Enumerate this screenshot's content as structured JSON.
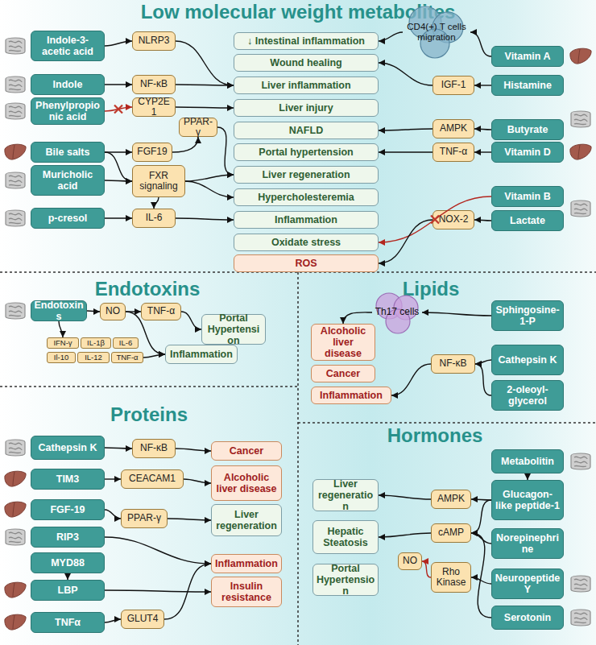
{
  "diagram": {
    "nodes": [
      {
        "text": [
          "Low molecular weight metabolites"
        ]
      },
      {
        "text": [
          "Indole-3-acetic acid"
        ],
        "in": 0
      },
      {
        "text": [
          "NLRP3"
        ],
        "in": 0
      },
      {
        "text": [
          "Indole"
        ],
        "in": 0
      },
      {
        "text": [
          "NF-κB"
        ],
        "in": 0
      },
      {
        "text": [
          "Phenylpropionic acid"
        ],
        "in": 0
      },
      {
        "text": [
          "CYP2E1"
        ],
        "in": 0
      },
      {
        "text": [
          "PPAR-γ"
        ],
        "in": 0
      },
      {
        "text": [
          "Bile salts"
        ],
        "in": 0
      },
      {
        "text": [
          "FGF19"
        ],
        "in": 0
      },
      {
        "text": [
          "Muricholic acid"
        ],
        "in": 0
      },
      {
        "text": [
          "FXR signaling"
        ],
        "in": 0
      },
      {
        "text": [
          "p-cresol"
        ],
        "in": 0
      },
      {
        "text": [
          "IL-6"
        ],
        "in": 0
      },
      {
        "text": [
          "↓ Intestinal inflammation"
        ],
        "in": 0
      },
      {
        "text": [
          "Wound healing"
        ],
        "in": 0
      },
      {
        "text": [
          "Liver inflammation"
        ],
        "in": 0
      },
      {
        "text": [
          "Liver injury"
        ],
        "in": 0
      },
      {
        "text": [
          "NAFLD"
        ],
        "in": 0
      },
      {
        "text": [
          "Portal hypertension"
        ],
        "in": 0
      },
      {
        "text": [
          "Liver regeneration"
        ],
        "in": 0
      },
      {
        "text": [
          "Hypercholesteremia"
        ],
        "in": 0
      },
      {
        "text": [
          "Inflammation"
        ],
        "in": 0
      },
      {
        "text": [
          "Oxidate stress"
        ],
        "in": 0
      },
      {
        "text": [
          "ROS"
        ],
        "in": 0
      },
      {
        "text": [
          "CD4(+) T cells migration"
        ],
        "in": 0
      },
      {
        "text": [
          "Vitamin A"
        ],
        "in": 0
      },
      {
        "text": [
          "IGF-1"
        ],
        "in": 0
      },
      {
        "text": [
          "Histamine"
        ],
        "in": 0
      },
      {
        "text": [
          "AMPK"
        ],
        "in": 0
      },
      {
        "text": [
          "Butyrate"
        ],
        "in": 0
      },
      {
        "text": [
          "TNF-α"
        ],
        "in": 0
      },
      {
        "text": [
          "Vitamin D"
        ],
        "in": 0
      },
      {
        "text": [
          "Vitamin B"
        ],
        "in": 0
      },
      {
        "text": [
          "NOX-2"
        ],
        "in": 0
      },
      {
        "text": [
          "Lactate"
        ],
        "in": 0
      },
      {
        "text": [
          "Endotoxins"
        ]
      },
      {
        "text": [
          "Endotoxins"
        ],
        "in": 36
      },
      {
        "text": [
          "NO"
        ],
        "in": 36
      },
      {
        "text": [
          "TNF-α"
        ],
        "in": 36
      },
      {
        "text": [
          "Portal Hypertension"
        ],
        "in": 36
      },
      {
        "text": [
          "IFN-γ"
        ],
        "in": 36
      },
      {
        "text": [
          "IL-1β"
        ],
        "in": 36
      },
      {
        "text": [
          "IL-6"
        ],
        "in": 36
      },
      {
        "text": [
          "Il-10"
        ],
        "in": 36
      },
      {
        "text": [
          "IL-12"
        ],
        "in": 36
      },
      {
        "text": [
          "TNF-α"
        ],
        "in": 36
      },
      {
        "text": [
          "Inflammation"
        ],
        "in": 36
      },
      {
        "text": [
          "Lipids"
        ]
      },
      {
        "text": [
          "Th17 cells"
        ],
        "in": 48
      },
      {
        "text": [
          "Sphingosine-1-P"
        ],
        "in": 48
      },
      {
        "text": [
          "Alcoholic liver disease"
        ],
        "in": 48
      },
      {
        "text": [
          "Cathepsin K"
        ],
        "in": 48
      },
      {
        "text": [
          "NF-κB"
        ],
        "in": 48
      },
      {
        "text": [
          "Cancer"
        ],
        "in": 48
      },
      {
        "text": [
          "2-oleoyl-glycerol"
        ],
        "in": 48
      },
      {
        "text": [
          "Inflammation"
        ],
        "in": 48
      },
      {
        "text": [
          "Proteins"
        ]
      },
      {
        "text": [
          "Cathepsin K"
        ],
        "in": 57
      },
      {
        "text": [
          "NF-κB"
        ],
        "in": 57
      },
      {
        "text": [
          "Cancer"
        ],
        "in": 57
      },
      {
        "text": [
          "TIM3"
        ],
        "in": 57
      },
      {
        "text": [
          "CEACAM1"
        ],
        "in": 57
      },
      {
        "text": [
          "Alcoholic liver disease"
        ],
        "in": 57
      },
      {
        "text": [
          "FGF-19"
        ],
        "in": 57
      },
      {
        "text": [
          "PPAR-γ"
        ],
        "in": 57
      },
      {
        "text": [
          "Liver regeneration"
        ],
        "in": 57
      },
      {
        "text": [
          "RIP3"
        ],
        "in": 57
      },
      {
        "text": [
          "MYD88"
        ],
        "in": 57
      },
      {
        "text": [
          "Inflammation"
        ],
        "in": 57
      },
      {
        "text": [
          "LBP"
        ],
        "in": 57
      },
      {
        "text": [
          "Insulin resistance"
        ],
        "in": 57
      },
      {
        "text": [
          "TNFα"
        ],
        "in": 57
      },
      {
        "text": [
          "GLUT4"
        ],
        "in": 57
      },
      {
        "text": [
          "Hormones"
        ]
      },
      {
        "text": [
          "Metabolitin"
        ],
        "in": 74
      },
      {
        "text": [
          "Liver regeneration"
        ],
        "in": 74
      },
      {
        "text": [
          "AMPK"
        ],
        "in": 74
      },
      {
        "text": [
          "Glucagon-like peptide-1"
        ],
        "in": 74
      },
      {
        "text": [
          "Hepatic Steatosis"
        ],
        "in": 74
      },
      {
        "text": [
          "cAMP"
        ],
        "in": 74
      },
      {
        "text": [
          "Norepinephrine"
        ],
        "in": 74
      },
      {
        "text": [
          "NO"
        ],
        "in": 74
      },
      {
        "text": [
          "Rho Kinase"
        ],
        "in": 74
      },
      {
        "text": [
          "Portal Hypertension"
        ],
        "in": 74
      },
      {
        "text": [
          "Neuropeptide Y"
        ],
        "in": 74
      },
      {
        "text": [
          "Serotonin"
        ],
        "in": 74
      }
    ],
    "edges": [
      {
        "from": 1,
        "to": 2,
        "arrow": "to"
      },
      {
        "from": 2,
        "to": 16,
        "arrow": "to"
      },
      {
        "from": 3,
        "to": 4,
        "arrow": "to"
      },
      {
        "from": 4,
        "to": 16,
        "arrow": "to"
      },
      {
        "from": 5,
        "to": 6,
        "arrow": "to"
      },
      {
        "from": 6,
        "to": 17,
        "arrow": "to"
      },
      {
        "from": 8,
        "to": 9,
        "arrow": "to"
      },
      {
        "from": 9,
        "to": 7,
        "arrow": "to"
      },
      {
        "from": 8,
        "to": 11,
        "arrow": "to"
      },
      {
        "from": 7,
        "to": 20,
        "arrow": "to"
      },
      {
        "from": 10,
        "to": 11,
        "arrow": "to"
      },
      {
        "from": 11,
        "to": 20,
        "arrow": "to"
      },
      {
        "from": 11,
        "to": 21,
        "arrow": "to"
      },
      {
        "from": 11,
        "to": 13,
        "arrow": "to"
      },
      {
        "from": 12,
        "to": 13,
        "arrow": "to"
      },
      {
        "from": 13,
        "to": 22,
        "arrow": "to"
      },
      {
        "from": 26,
        "to": 25,
        "arrow": "to"
      },
      {
        "from": 25,
        "to": 14,
        "arrow": "to"
      },
      {
        "from": 28,
        "to": 27,
        "arrow": "to"
      },
      {
        "from": 27,
        "to": 15,
        "arrow": "to"
      },
      {
        "from": 30,
        "to": 29,
        "arrow": "to"
      },
      {
        "from": 29,
        "to": 18,
        "arrow": "to"
      },
      {
        "from": 32,
        "to": 31,
        "arrow": "to"
      },
      {
        "from": 31,
        "to": 19,
        "arrow": "to"
      },
      {
        "from": 33,
        "to": 23,
        "arrow": "to"
      },
      {
        "from": 35,
        "to": 34,
        "arrow": "to"
      },
      {
        "from": 34,
        "to": 24,
        "arrow": "to"
      },
      {
        "from": 37,
        "to": 38,
        "arrow": "to"
      },
      {
        "from": 38,
        "to": 39,
        "arrow": "to"
      },
      {
        "from": 39,
        "to": 40,
        "arrow": "to"
      },
      {
        "from": 38,
        "to": 47,
        "arrow": "to"
      },
      {
        "from": 37,
        "to": 41,
        "arrow": "to"
      },
      {
        "from": 46,
        "to": 47,
        "arrow": "to"
      },
      {
        "from": 50,
        "to": 49,
        "arrow": "to"
      },
      {
        "from": 49,
        "to": 51,
        "arrow": "to"
      },
      {
        "from": 52,
        "to": 53,
        "arrow": "to"
      },
      {
        "from": 55,
        "to": 53,
        "arrow": "to"
      },
      {
        "from": 53,
        "to": 56,
        "arrow": "to"
      },
      {
        "from": 58,
        "to": 59,
        "arrow": "to"
      },
      {
        "from": 59,
        "to": 60,
        "arrow": "to"
      },
      {
        "from": 61,
        "to": 62,
        "arrow": "to"
      },
      {
        "from": 62,
        "to": 63,
        "arrow": "to"
      },
      {
        "from": 64,
        "to": 65,
        "arrow": "to"
      },
      {
        "from": 65,
        "to": 66,
        "arrow": "to"
      },
      {
        "from": 67,
        "to": 69,
        "arrow": "to"
      },
      {
        "from": 68,
        "to": 70,
        "arrow": "to"
      },
      {
        "from": 70,
        "to": 71,
        "arrow": "to"
      },
      {
        "from": 72,
        "to": 73,
        "arrow": "to"
      },
      {
        "from": 73,
        "to": 69,
        "arrow": "to"
      },
      {
        "from": 75,
        "to": 78,
        "arrow": "to"
      },
      {
        "from": 78,
        "to": 77,
        "arrow": "to"
      },
      {
        "from": 77,
        "to": 76,
        "arrow": "to"
      },
      {
        "from": 78,
        "to": 80,
        "arrow": "to"
      },
      {
        "from": 80,
        "to": 79,
        "arrow": "to"
      },
      {
        "from": 81,
        "to": 80,
        "arrow": "to"
      },
      {
        "from": 85,
        "to": 83,
        "arrow": "to"
      },
      {
        "from": 83,
        "to": 82,
        "arrow": "to"
      },
      {
        "from": 86,
        "to": 80,
        "arrow": "to"
      }
    ]
  }
}
